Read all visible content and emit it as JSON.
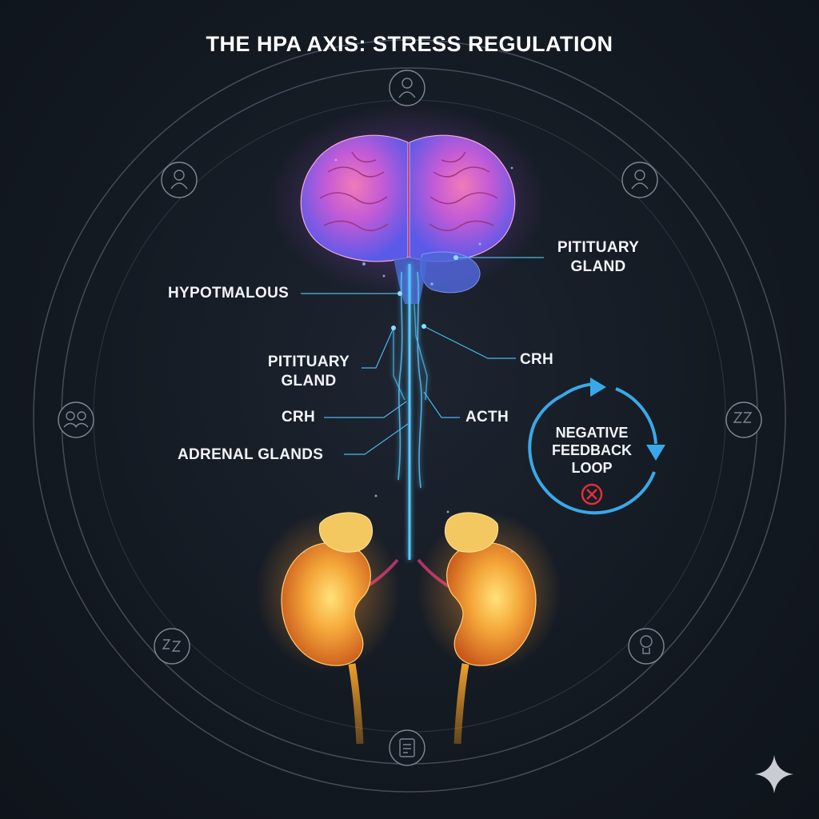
{
  "title": "THE HPA AXIS: STRESS REGULATION",
  "labels": {
    "pituitary_right_line1": "PITITUARY",
    "pituitary_right_line2": "GLAND",
    "hypothalamus": "HYPOTMALOUS",
    "pituitary_left_line1": "PITITUARY",
    "pituitary_left_line2": "GLAND",
    "crh_right": "CRH",
    "crh_left": "CRH",
    "acth": "ACTH",
    "adrenal_glands": "ADRENAL GLANDS"
  },
  "feedback": {
    "line1": "NEGATIVE",
    "line2": "FEEDBACK",
    "line3": "LOOP",
    "arrow_color": "#3aa8e8",
    "inhibit_color": "#e0303c"
  },
  "ring_icons": [
    "person-icon",
    "person-icon",
    "person-icon",
    "group-icon",
    "sleep-icon",
    "sleep-icon",
    "lightbulb-icon",
    "document-icon"
  ],
  "colors": {
    "background": "#141a22",
    "brain": "#c35bd6",
    "nerve": "#58c8ff",
    "kidney": "#f09a2a",
    "vessel": "#a8306a"
  }
}
